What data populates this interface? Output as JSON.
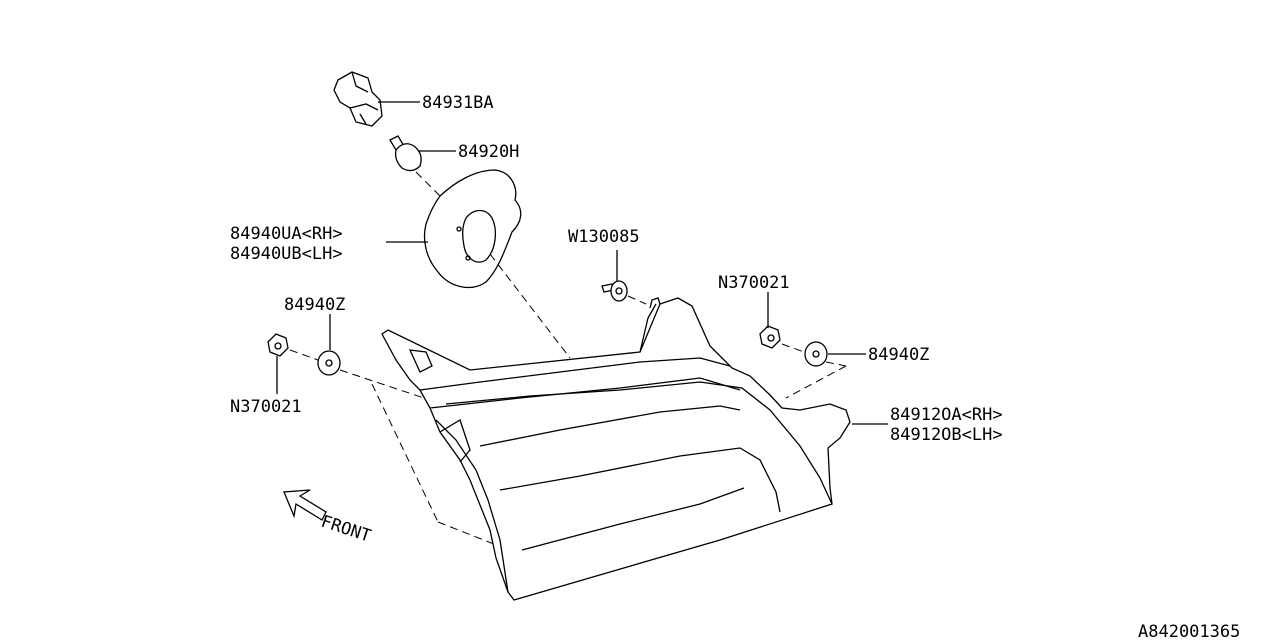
{
  "labels": {
    "socket": "84931BA",
    "bulb": "84920H",
    "cover_rh": "84940UA<RH>",
    "cover_lh": "84940UB<LH>",
    "clip_w": "W130085",
    "nut_right": "N370021",
    "washer_right": "84940Z",
    "lamp_rh": "84912OA<RH>",
    "lamp_lh": "84912OB<LH>",
    "washer_left": "84940Z",
    "nut_left": "N370021",
    "front": "FRONT",
    "ref": "A842001365"
  }
}
